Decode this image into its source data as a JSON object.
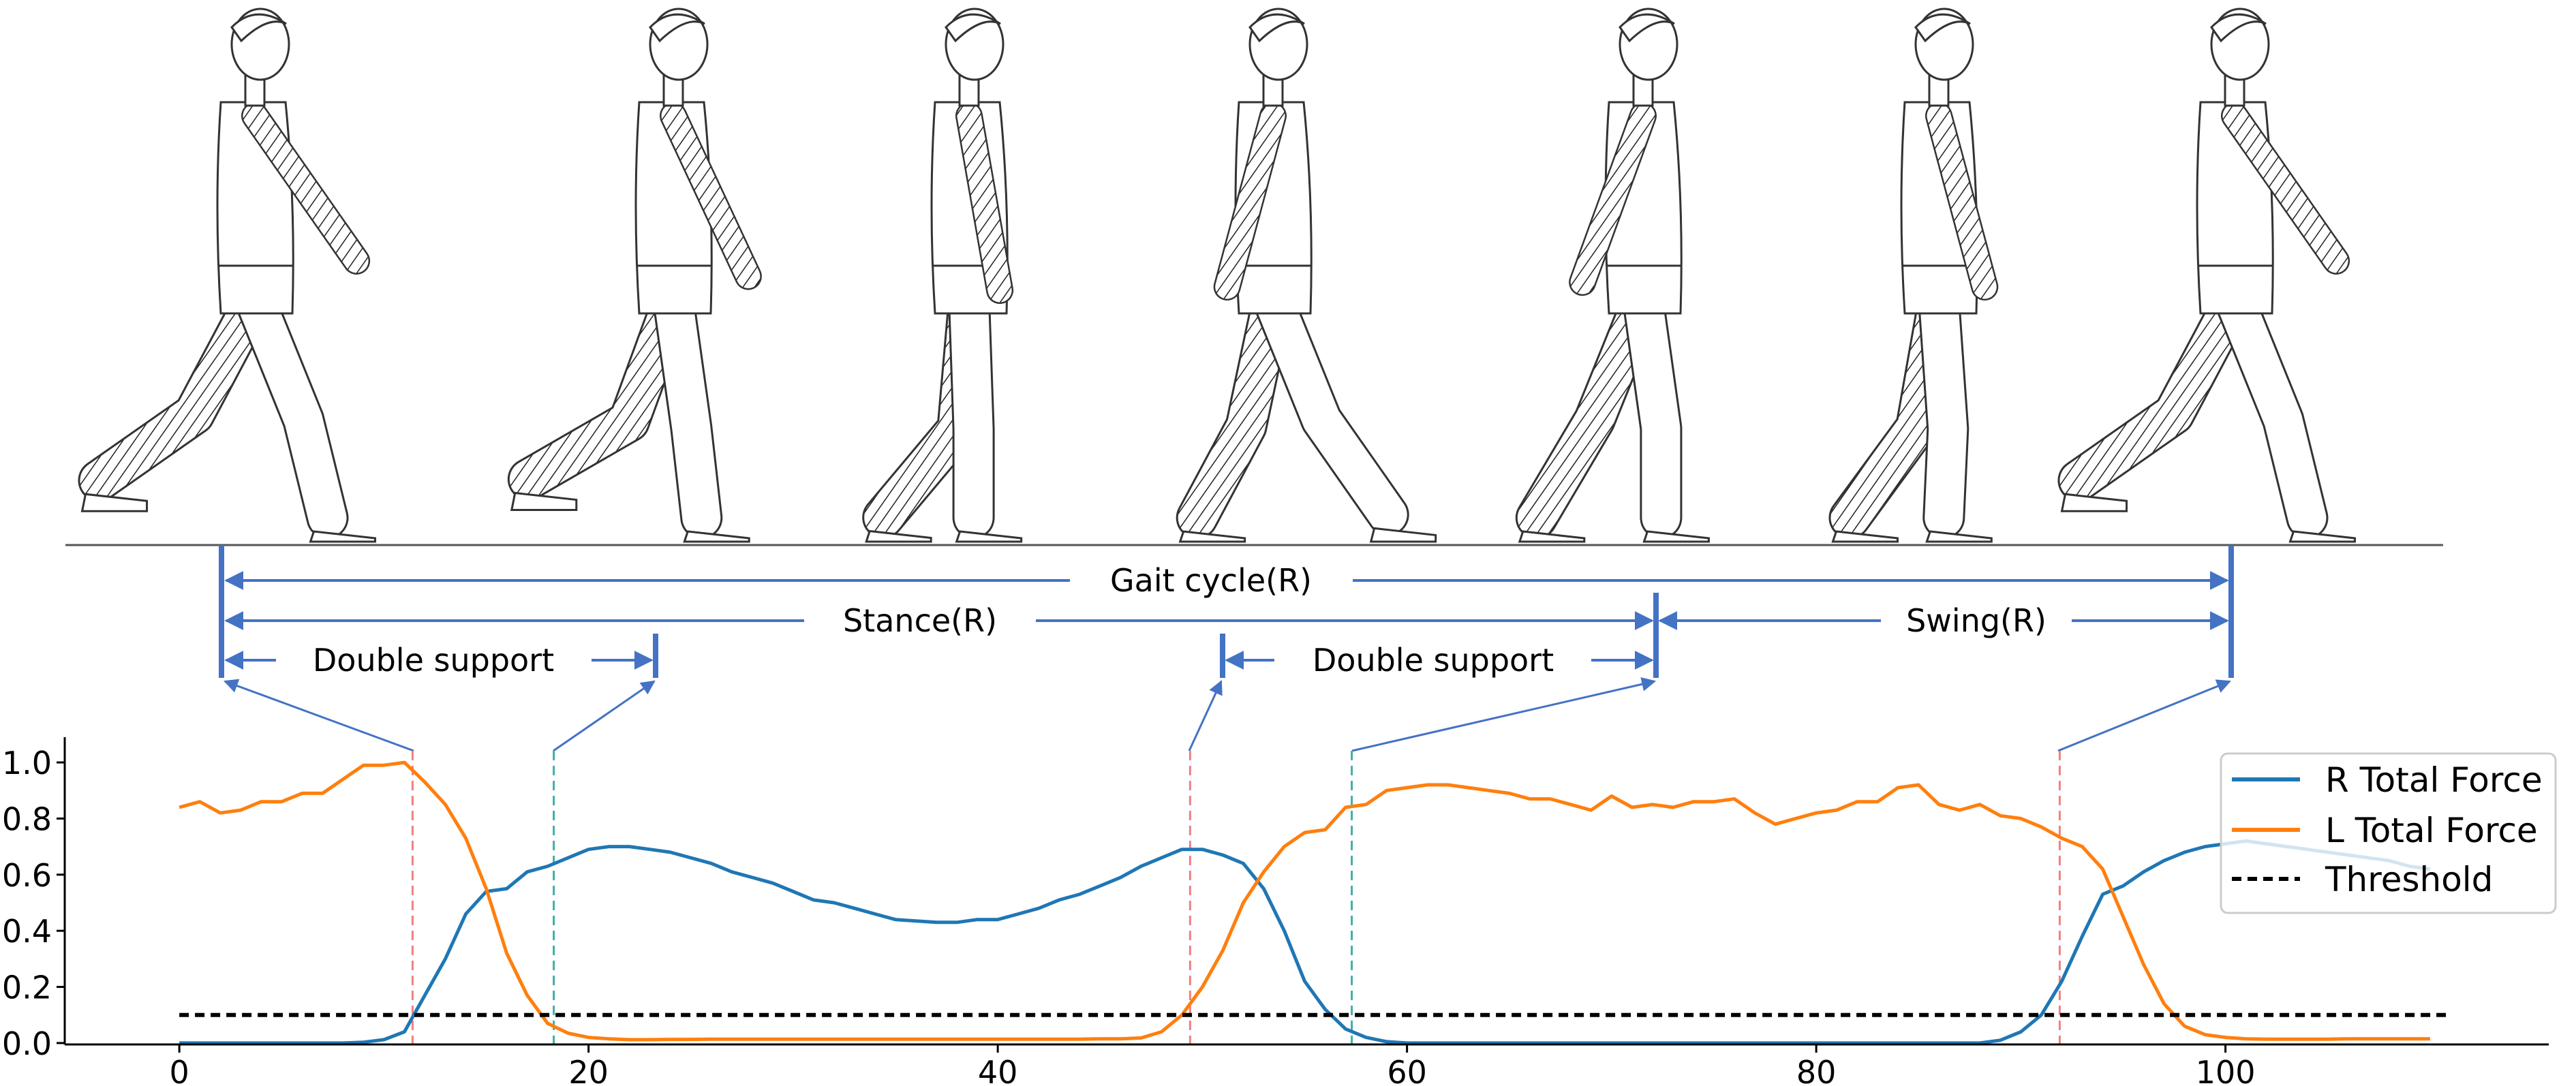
{
  "annotations": {
    "gait_cycle": "Gait cycle(R)",
    "stance": "Stance(R)",
    "swing": "Swing(R)",
    "double_support_1": "Double support",
    "double_support_2": "Double support"
  },
  "colors": {
    "annotation_blue": "#4472c4",
    "r_force": "#1f77b4",
    "l_force": "#ff7f0e",
    "threshold": "#000000",
    "heel_strike_marker": "#f08080",
    "toe_off_marker": "#40b0a6"
  },
  "chart_data": {
    "type": "line",
    "title": "",
    "xlabel": "",
    "ylabel": "",
    "xlim": [
      -5.6,
      115.8
    ],
    "ylim": [
      -0.005,
      1.09
    ],
    "xticks": [
      0,
      20,
      40,
      60,
      80,
      100
    ],
    "yticks": [
      0.0,
      0.2,
      0.4,
      0.6,
      0.8,
      1.0
    ],
    "xtick_labels": [
      "0",
      "20",
      "40",
      "60",
      "80",
      "100"
    ],
    "ytick_labels": [
      "0.0",
      "0.2",
      "0.4",
      "0.6",
      "0.8",
      "1.0"
    ],
    "grid": false,
    "legend_position": "top-right",
    "series": [
      {
        "name": "R Total Force",
        "color": "#1f77b4",
        "style": "solid",
        "x": [
          0,
          1,
          2,
          3,
          4,
          5,
          6,
          7,
          8,
          9,
          10,
          11,
          12,
          13,
          14,
          15,
          16,
          17,
          18,
          19,
          20,
          21,
          22,
          23,
          24,
          25,
          26,
          27,
          28,
          29,
          30,
          31,
          32,
          33,
          34,
          35,
          36,
          37,
          38,
          39,
          40,
          41,
          42,
          43,
          44,
          45,
          46,
          47,
          48,
          49,
          50,
          51,
          52,
          53,
          54,
          55,
          56,
          57,
          58,
          59,
          60,
          61,
          62,
          63,
          64,
          65,
          66,
          67,
          68,
          69,
          70,
          71,
          72,
          73,
          74,
          75,
          76,
          77,
          78,
          79,
          80,
          81,
          82,
          83,
          84,
          85,
          86,
          87,
          88,
          89,
          90,
          91,
          92,
          93,
          94,
          95,
          96,
          97,
          98,
          99,
          100,
          101,
          102,
          103,
          104,
          105,
          106,
          107,
          108,
          109,
          110
        ],
        "values": [
          0,
          0,
          0,
          0,
          0,
          0,
          0,
          0,
          0,
          0.003,
          0.012,
          0.04,
          0.17,
          0.3,
          0.46,
          0.54,
          0.55,
          0.61,
          0.63,
          0.66,
          0.69,
          0.7,
          0.7,
          0.69,
          0.68,
          0.66,
          0.64,
          0.61,
          0.59,
          0.57,
          0.54,
          0.51,
          0.5,
          0.48,
          0.46,
          0.44,
          0.435,
          0.43,
          0.43,
          0.44,
          0.44,
          0.46,
          0.48,
          0.51,
          0.53,
          0.56,
          0.59,
          0.63,
          0.66,
          0.69,
          0.69,
          0.67,
          0.64,
          0.55,
          0.4,
          0.22,
          0.12,
          0.05,
          0.02,
          0.005,
          0,
          0,
          0,
          0,
          0,
          0,
          0,
          0,
          0,
          0,
          0,
          0,
          0,
          0,
          0,
          0,
          0,
          0,
          0,
          0,
          0,
          0,
          0,
          0,
          0,
          0,
          0,
          0,
          0,
          0.01,
          0.04,
          0.1,
          0.22,
          0.38,
          0.53,
          0.56,
          0.61,
          0.65,
          0.68,
          0.7,
          0.71,
          0.72,
          0.71,
          0.7,
          0.69,
          0.68,
          0.67,
          0.66,
          0.65,
          0.63,
          0.62
        ]
      },
      {
        "name": "L Total Force",
        "color": "#ff7f0e",
        "style": "solid",
        "x": [
          0,
          1,
          2,
          3,
          4,
          5,
          6,
          7,
          8,
          9,
          10,
          11,
          12,
          13,
          14,
          15,
          16,
          17,
          18,
          19,
          20,
          21,
          22,
          23,
          24,
          25,
          26,
          27,
          28,
          29,
          30,
          31,
          32,
          33,
          34,
          35,
          36,
          37,
          38,
          39,
          40,
          41,
          42,
          43,
          44,
          45,
          46,
          47,
          48,
          49,
          50,
          51,
          52,
          53,
          54,
          55,
          56,
          57,
          58,
          59,
          60,
          61,
          62,
          63,
          64,
          65,
          66,
          67,
          68,
          69,
          70,
          71,
          72,
          73,
          74,
          75,
          76,
          77,
          78,
          79,
          80,
          81,
          82,
          83,
          84,
          85,
          86,
          87,
          88,
          89,
          90,
          91,
          92,
          93,
          94,
          95,
          96,
          97,
          98,
          99,
          100,
          101,
          102,
          103,
          104,
          105,
          106,
          107,
          108,
          109,
          110
        ],
        "values": [
          0.84,
          0.86,
          0.82,
          0.83,
          0.86,
          0.86,
          0.89,
          0.89,
          0.94,
          0.99,
          0.99,
          1.0,
          0.93,
          0.85,
          0.73,
          0.55,
          0.32,
          0.17,
          0.07,
          0.035,
          0.02,
          0.015,
          0.012,
          0.012,
          0.013,
          0.013,
          0.014,
          0.014,
          0.014,
          0.014,
          0.014,
          0.014,
          0.014,
          0.014,
          0.014,
          0.014,
          0.014,
          0.014,
          0.014,
          0.014,
          0.014,
          0.014,
          0.014,
          0.014,
          0.014,
          0.015,
          0.015,
          0.018,
          0.04,
          0.1,
          0.2,
          0.33,
          0.5,
          0.61,
          0.7,
          0.75,
          0.76,
          0.84,
          0.85,
          0.9,
          0.91,
          0.92,
          0.92,
          0.91,
          0.9,
          0.89,
          0.87,
          0.87,
          0.85,
          0.83,
          0.88,
          0.84,
          0.85,
          0.84,
          0.86,
          0.86,
          0.87,
          0.82,
          0.78,
          0.8,
          0.82,
          0.83,
          0.86,
          0.86,
          0.91,
          0.92,
          0.85,
          0.83,
          0.85,
          0.81,
          0.8,
          0.77,
          0.73,
          0.7,
          0.62,
          0.45,
          0.28,
          0.14,
          0.06,
          0.03,
          0.02,
          0.015,
          0.014,
          0.014,
          0.014,
          0.014,
          0.015,
          0.015,
          0.015,
          0.015,
          0.015
        ]
      },
      {
        "name": "Threshold",
        "color": "#000000",
        "style": "dashed",
        "x": [
          0,
          111
        ],
        "values": [
          0.1,
          0.1
        ]
      }
    ],
    "event_markers": [
      {
        "x": 11.4,
        "type": "heel-strike",
        "color": "#f08080"
      },
      {
        "x": 18.3,
        "type": "toe-off",
        "color": "#40b0a6"
      },
      {
        "x": 49.4,
        "type": "heel-strike",
        "color": "#f08080"
      },
      {
        "x": 57.3,
        "type": "toe-off",
        "color": "#40b0a6"
      },
      {
        "x": 91.9,
        "type": "heel-strike",
        "color": "#f08080"
      }
    ]
  }
}
